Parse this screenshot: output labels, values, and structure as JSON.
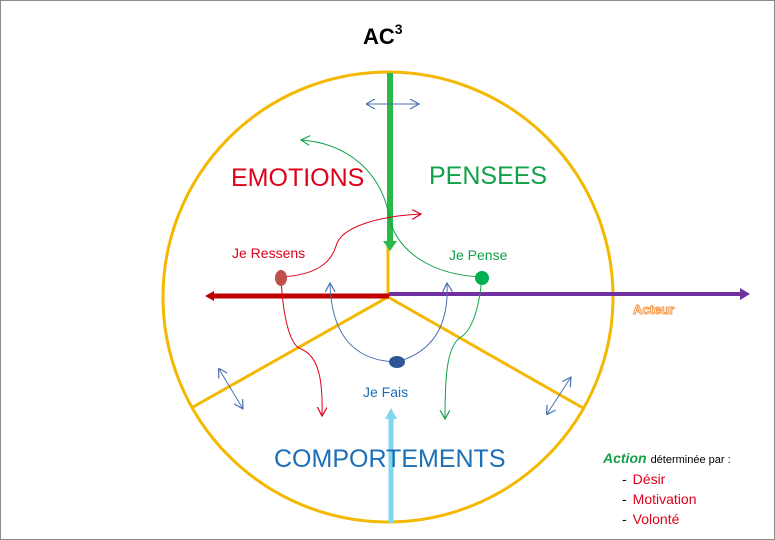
{
  "title": {
    "main": "AC",
    "sup": "3"
  },
  "sections": {
    "emotions": "EMOTIONS",
    "pensees": "PENSEES",
    "comportements": "COMPORTEMENTS"
  },
  "nodes": {
    "ressens": "Je Ressens",
    "pense": "Je Pense",
    "fais": "Je Fais"
  },
  "axis_label": "Acteur",
  "legend": {
    "action": "Action",
    "rest": "déterminée  par :",
    "items": [
      "Désir",
      "Motivation",
      "Volonté"
    ],
    "bullet": "-"
  },
  "colors": {
    "circle": "#f5b800",
    "emotions": "#e0001a",
    "pensees": "#12a04a",
    "comportements": "#1a6fb8",
    "red_axis": "#c00000",
    "purple_axis": "#7030a0",
    "green_axis": "#2ab84a",
    "lightblue_axis": "#7fd6ee",
    "acteur": "#f79646"
  }
}
